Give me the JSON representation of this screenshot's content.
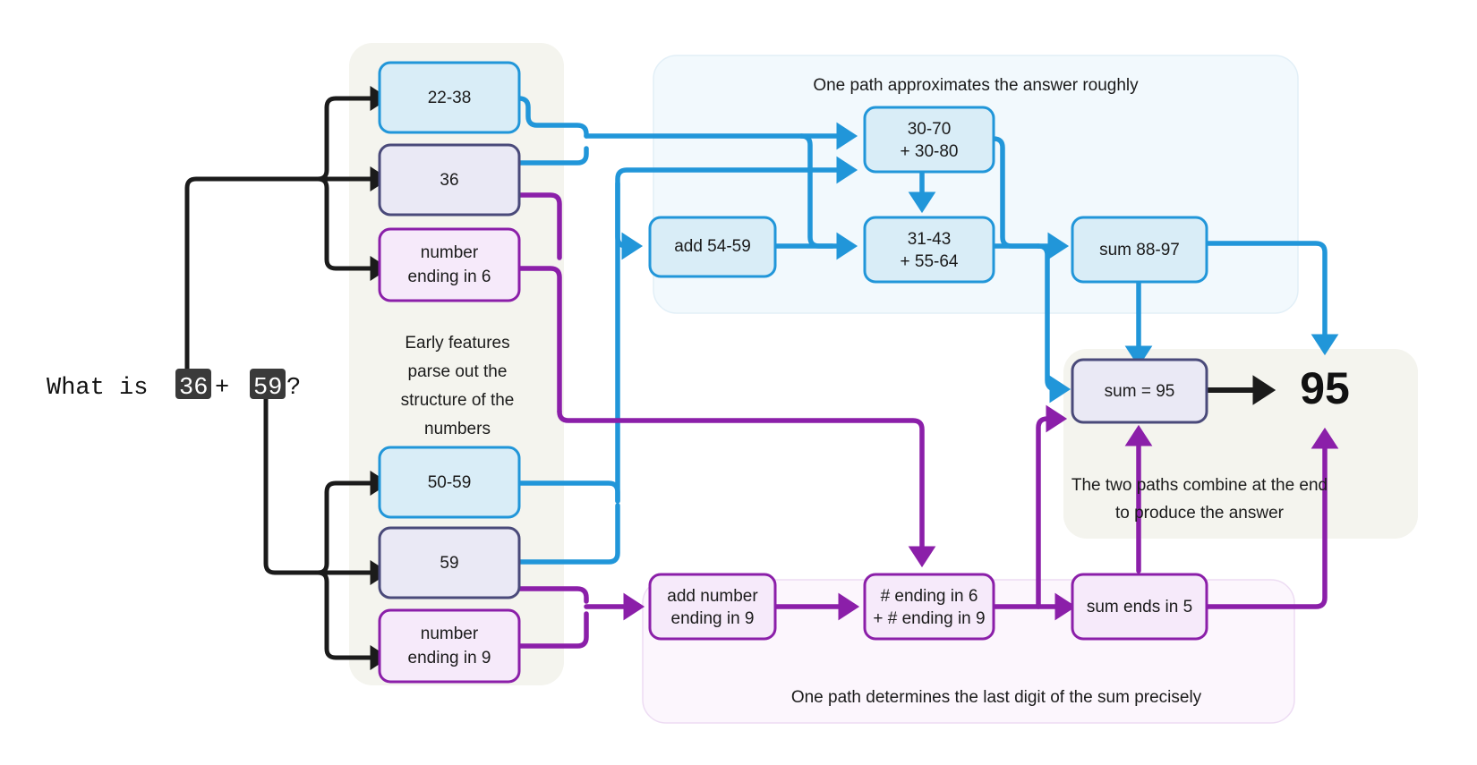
{
  "prompt": {
    "prefix": "What is ",
    "token_a": "36",
    "middle": " + ",
    "token_b": "59",
    "suffix": "?"
  },
  "answer": "95",
  "colors": {
    "blue_stroke": "#2196d9",
    "blue_fill": "#d9edf7",
    "blue_region_fill": "#f2f9fd",
    "purple_stroke": "#8b1fa9",
    "purple_fill": "#f6eafa",
    "purple_region_fill": "#fcf6fd",
    "navy_stroke": "#4a4a7a",
    "navy_fill": "#eae9f5",
    "grey_region_fill": "#f4f4ee",
    "black": "#1b1b1b"
  },
  "regions": [
    {
      "name": "early-features",
      "caption": [
        "Early features",
        "parse out the",
        "structure of the",
        "numbers"
      ]
    },
    {
      "name": "approx-path",
      "caption": [
        "One path approximates the answer roughly"
      ]
    },
    {
      "name": "precise-path",
      "caption": [
        "One path determines the last digit of the sum precisely"
      ]
    },
    {
      "name": "combine",
      "caption": [
        "The two paths combine at the end",
        "to produce the answer"
      ]
    }
  ],
  "nodes": {
    "feat_22_38": {
      "label": [
        "22-38"
      ],
      "style": "blue"
    },
    "feat_36": {
      "label": [
        "36"
      ],
      "style": "navy"
    },
    "feat_end6": {
      "label": [
        "number",
        "ending in 6"
      ],
      "style": "purple"
    },
    "feat_50_59": {
      "label": [
        "50-59"
      ],
      "style": "blue"
    },
    "feat_59": {
      "label": [
        "59"
      ],
      "style": "navy"
    },
    "feat_end9": {
      "label": [
        "number",
        "ending in 9"
      ],
      "style": "purple"
    },
    "add_54_59": {
      "label": [
        "add 54-59"
      ],
      "style": "blue"
    },
    "range_30_70": {
      "label": [
        "30-70",
        "+ 30-80"
      ],
      "style": "blue"
    },
    "range_31_43": {
      "label": [
        "31-43",
        "+ 55-64"
      ],
      "style": "blue"
    },
    "sum_88_97": {
      "label": [
        "sum 88-97"
      ],
      "style": "blue"
    },
    "sum_95": {
      "label": [
        "sum = 95"
      ],
      "style": "navy"
    },
    "add_end9": {
      "label": [
        "add number",
        "ending in 9"
      ],
      "style": "purple"
    },
    "end6_plus_end9": {
      "label": [
        "# ending in 6",
        "+ # ending in 9"
      ],
      "style": "purple"
    },
    "sum_ends_5": {
      "label": [
        "sum ends in 5"
      ],
      "style": "purple"
    }
  }
}
